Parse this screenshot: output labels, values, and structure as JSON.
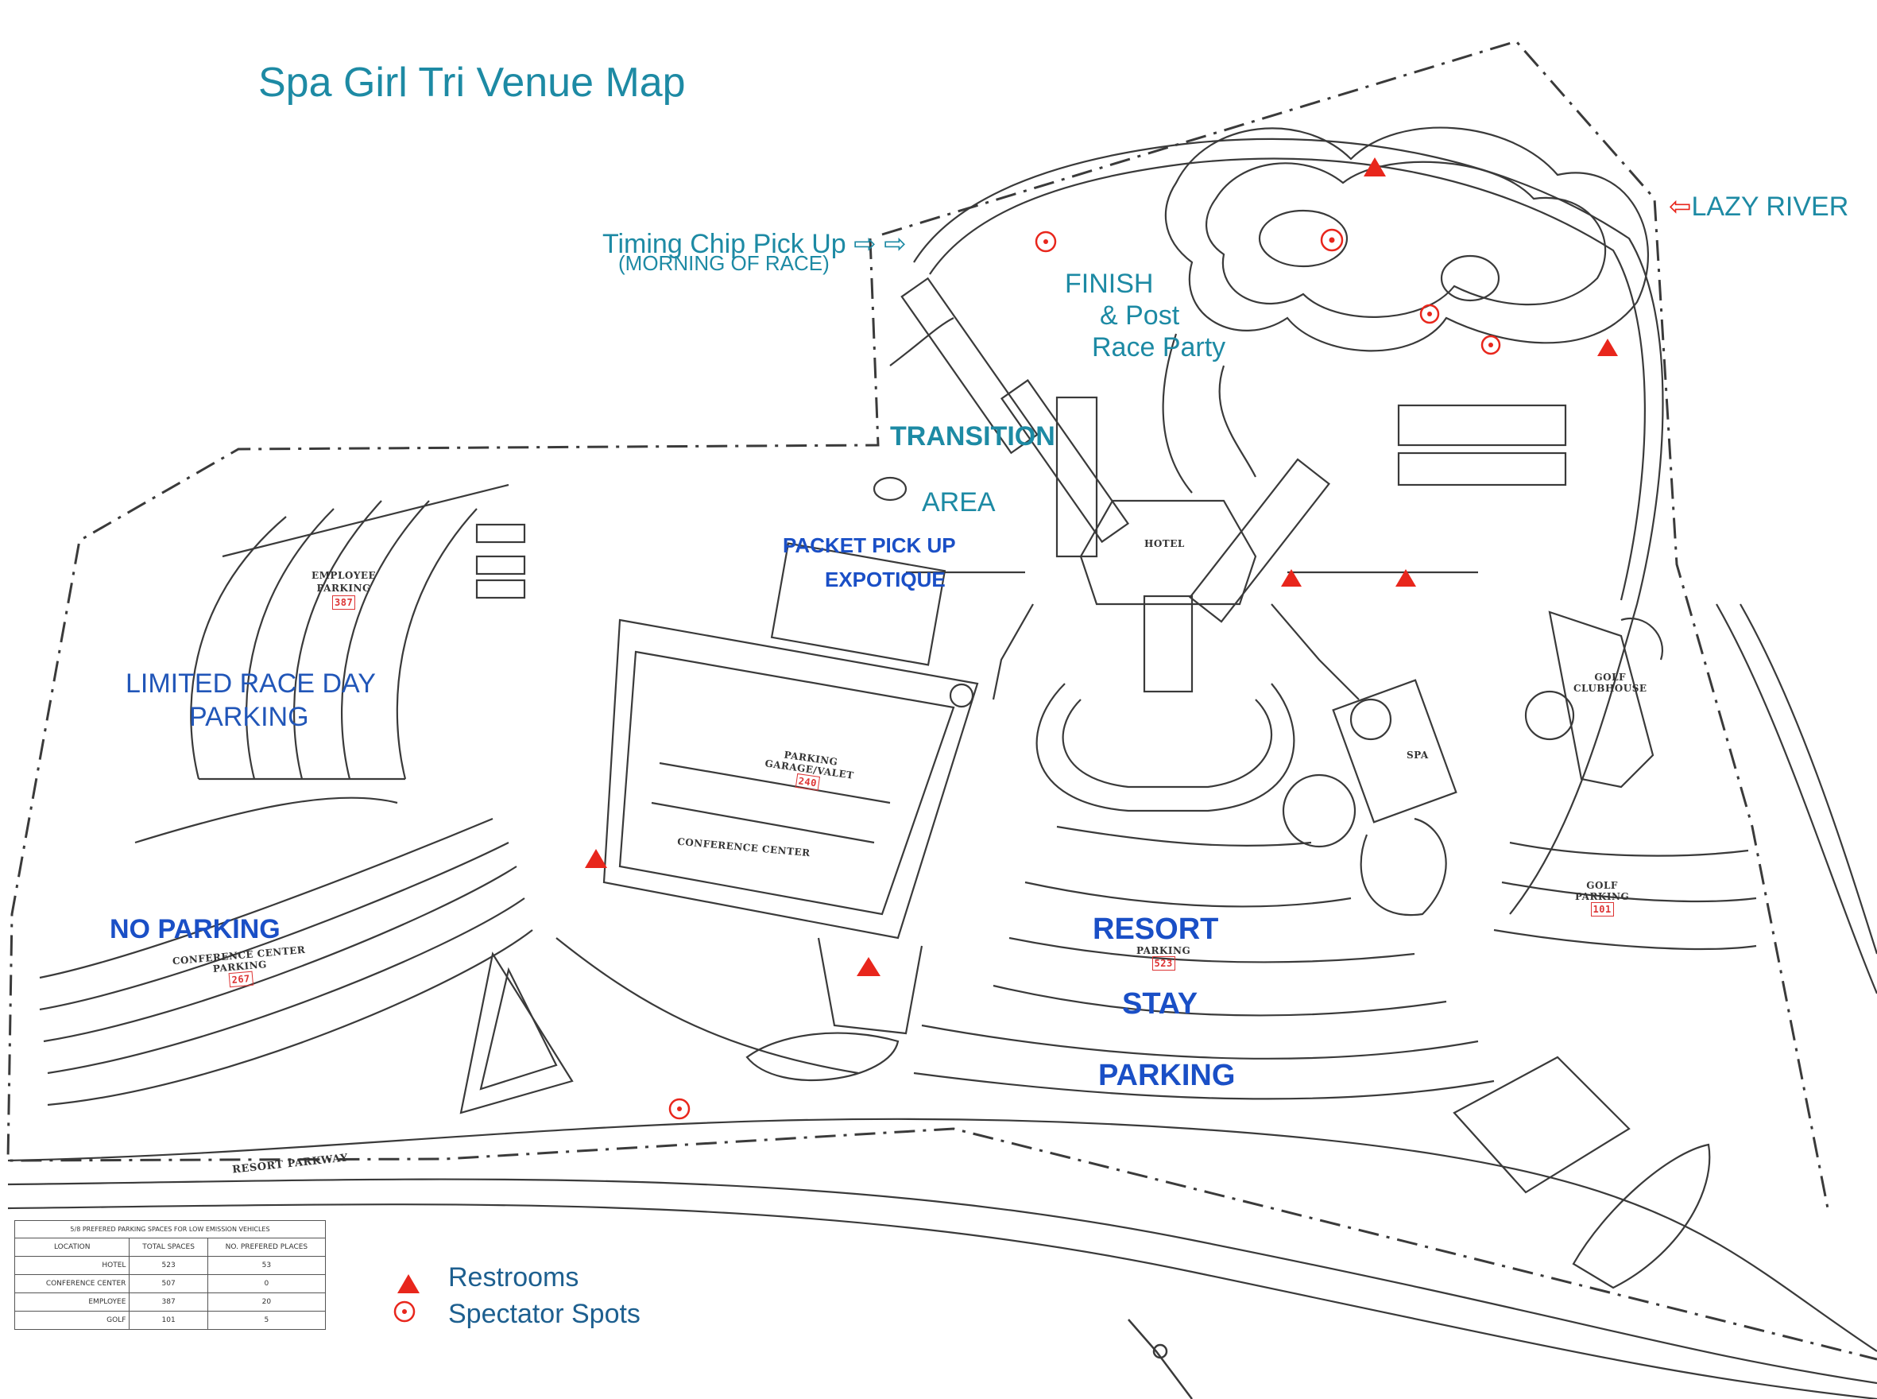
{
  "title": "Spa Girl Tri Venue Map",
  "labels": {
    "timing_chip": "Timing Chip Pick Up",
    "timing_chip_sub": "(MORNING OF RACE)",
    "lazy_river": "LAZY RIVER",
    "finish_1": "FINISH",
    "finish_2": "& Post",
    "finish_3": "Race Party",
    "transition": "TRANSITION",
    "area": "AREA",
    "packet_pickup": "PACKET PICK UP",
    "expotique": "EXPOTIQUE",
    "limited_1": "LIMITED RACE DAY",
    "limited_2": "PARKING",
    "no_parking": "NO PARKING",
    "resort": "RESORT",
    "stay": "STAY",
    "parking": "PARKING"
  },
  "plan_labels": {
    "employee_parking_1": "EMPLOYEE",
    "employee_parking_2": "PARKING",
    "employee_num": "387",
    "conference_center": "CONFERENCE CENTER",
    "parking_garage_1": "PARKING",
    "parking_garage_2": "GARAGE/VALET",
    "garage_num": "240",
    "conf_parking_1": "CONFERENCE CENTER",
    "conf_parking_2": "PARKING",
    "conf_num": "267",
    "hotel": "HOTEL",
    "spa": "SPA",
    "golf_clubhouse_1": "GOLF",
    "golf_clubhouse_2": "CLUBHOUSE",
    "golf_parking_1": "GOLF",
    "golf_parking_2": "PARKING",
    "golf_num": "101",
    "resort_parking": "PARKING",
    "resort_num": "523",
    "resort_parkway": "RESORT PARKWAY"
  },
  "legend": {
    "restrooms": "Restrooms",
    "spectator": "Spectator Spots"
  },
  "table": {
    "caption": "5/8 PREFERED PARKING SPACES FOR LOW EMISSION VEHICLES",
    "headers": [
      "LOCATION",
      "TOTAL SPACES",
      "NO. PREFERED PLACES"
    ],
    "rows": [
      [
        "HOTEL",
        "523",
        "53"
      ],
      [
        "CONFERENCE CENTER",
        "507",
        "0"
      ],
      [
        "EMPLOYEE",
        "387",
        "20"
      ],
      [
        "GOLF",
        "101",
        "5"
      ]
    ]
  },
  "colors": {
    "title": "#1d8aa4",
    "race_label": "#1a4fc6",
    "marker": "#e8261c",
    "line": "#3a3a3a"
  },
  "markers": {
    "restroom_icon": "triangle-icon",
    "spectator_icon": "target-icon"
  }
}
